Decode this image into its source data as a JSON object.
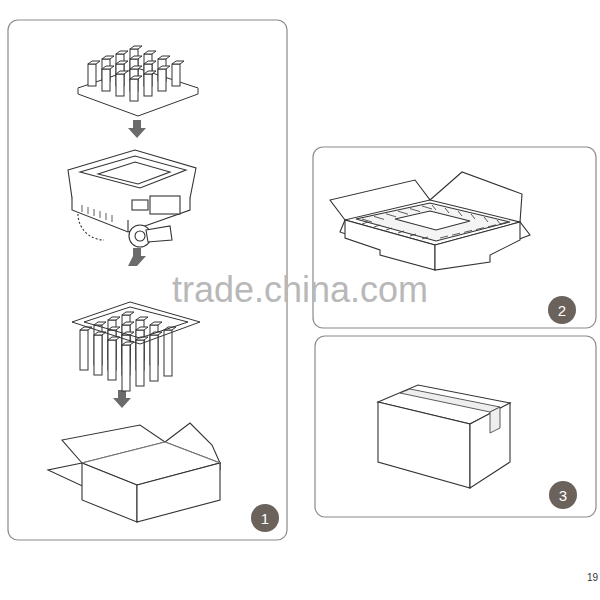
{
  "diagram": {
    "nodes": [
      {
        "text": [
          "1"
        ]
      },
      {
        "text": [
          "2"
        ]
      },
      {
        "text": [
          "3"
        ]
      }
    ],
    "labels": [
      "trade.china.com",
      "19"
    ]
  }
}
